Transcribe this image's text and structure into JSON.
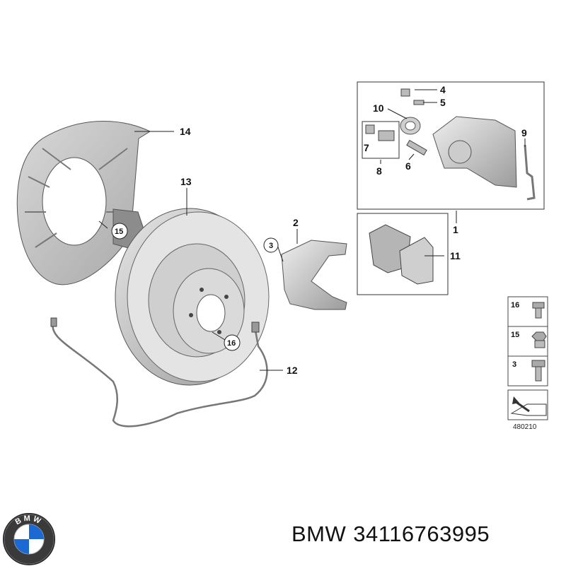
{
  "diagram": {
    "callouts": {
      "c1": "1",
      "c2": "2",
      "c3": "3",
      "c4": "4",
      "c5": "5",
      "c6": "6",
      "c7": "7",
      "c8": "8",
      "c9": "9",
      "c10": "10",
      "c11": "11",
      "c12": "12",
      "c13": "13",
      "c14": "14",
      "c15": "15",
      "c16": "16"
    },
    "legend": [
      {
        "number": "16",
        "item": "flange-bolt-icon"
      },
      {
        "number": "15",
        "item": "hex-nut-icon"
      },
      {
        "number": "3",
        "item": "caliper-bolt-icon"
      }
    ],
    "reference_number": "480210",
    "logo": {
      "name": "bmw-roundel",
      "lettering": "BMW",
      "colors": {
        "blue": "#1c69d4",
        "black": "#111111",
        "white": "#ffffff"
      }
    }
  },
  "caption": {
    "brand": "BMW",
    "part_number": "34116763995"
  }
}
